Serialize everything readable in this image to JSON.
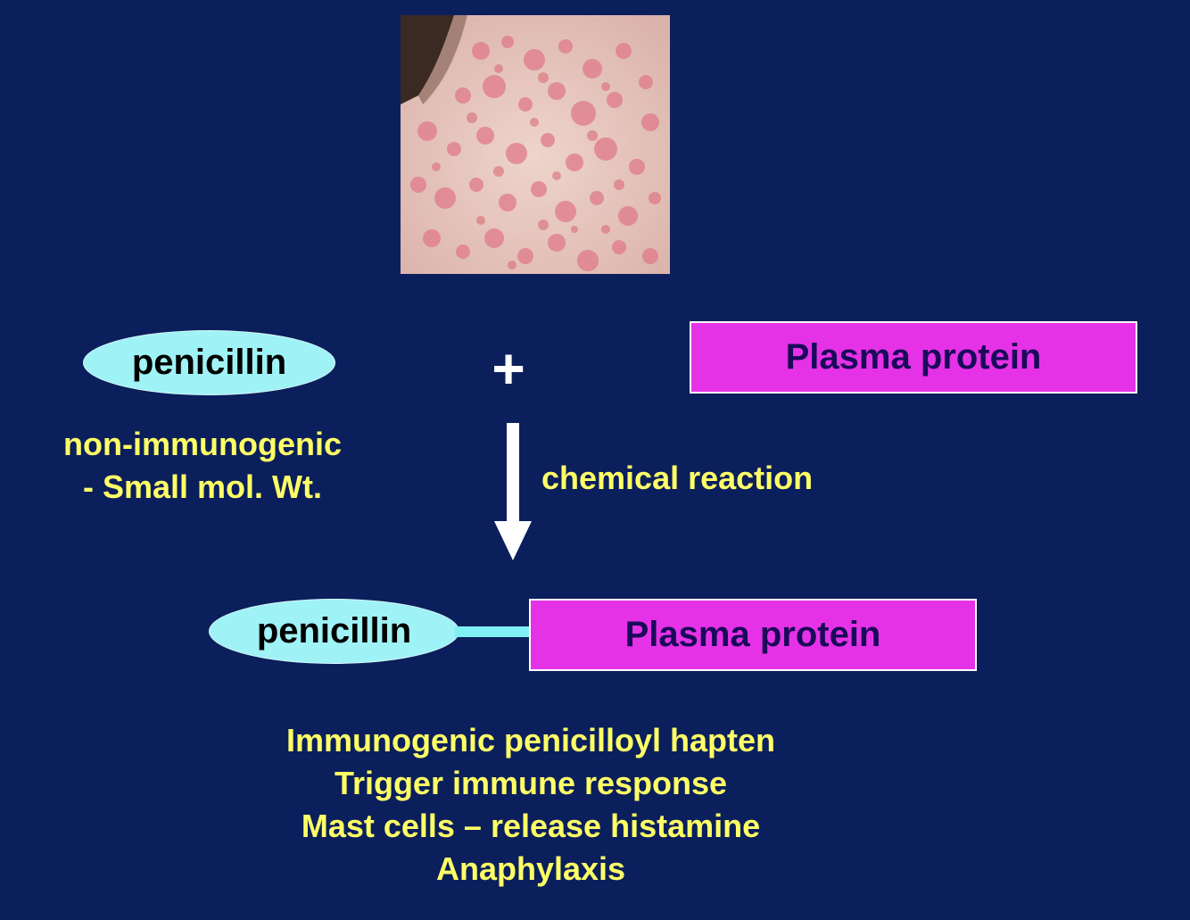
{
  "photo": {
    "icon": "skin-rash-photo",
    "colors": {
      "skin": "#e8c8c0",
      "rash": "#e07a8a",
      "shadow": "#3a2a22"
    }
  },
  "reactants": {
    "drug_label": "penicillin",
    "plus_sign": "+",
    "protein_label": "Plasma protein"
  },
  "drug_note": {
    "line1": "non-immunogenic",
    "line2": "- Small mol. Wt."
  },
  "reaction": {
    "label": "chemical reaction",
    "arrow_icon": "down-arrow-icon"
  },
  "product": {
    "drug_label": "penicillin",
    "protein_label": "Plasma protein"
  },
  "outcomes": [
    "Immunogenic penicilloyl hapten",
    "Trigger immune response",
    "Mast cells – release histamine",
    "Anaphylaxis"
  ],
  "colors": {
    "background": "#0b1f5c",
    "ellipse_fill": "#9ff2f5",
    "box_fill": "#e632e6",
    "box_text": "#1a0a5a",
    "highlight_text": "#ffff66",
    "link": "#7ff0f5"
  }
}
